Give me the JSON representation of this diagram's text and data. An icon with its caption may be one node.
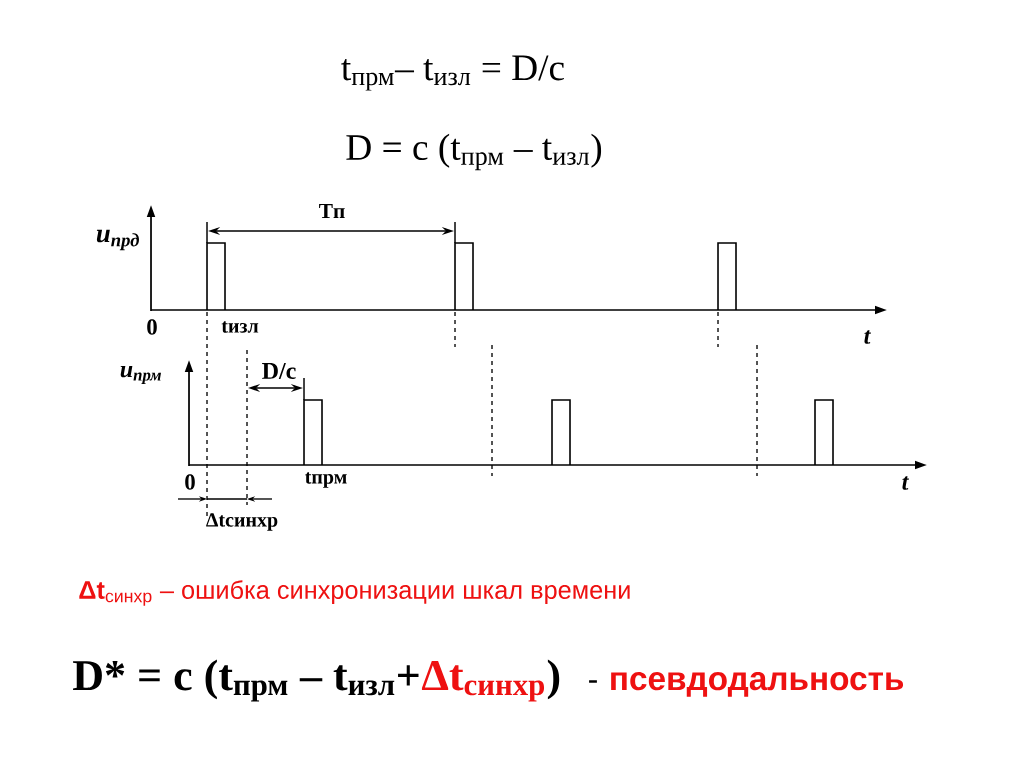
{
  "diagram": {
    "labels": [
      "t$_{прм}$– t$_{изл}$ = D/c",
      "D = c (t$_{прм}$ – t$_{изл}$)",
      "Tп",
      "u$_{прд}$",
      "0",
      "tизл",
      "t",
      "u$_{прм}$",
      "D/c",
      "0",
      "tпрм",
      "Δtсинхр",
      "t",
      "**Δt**$_{синхр}$ – ошибка синхронизации шкал времени",
      "D* = c (t$_{прм}$ – t$_{изл}$+",
      "Δt$_{синхр}$",
      ")",
      "-",
      "псевдодальность"
    ]
  }
}
